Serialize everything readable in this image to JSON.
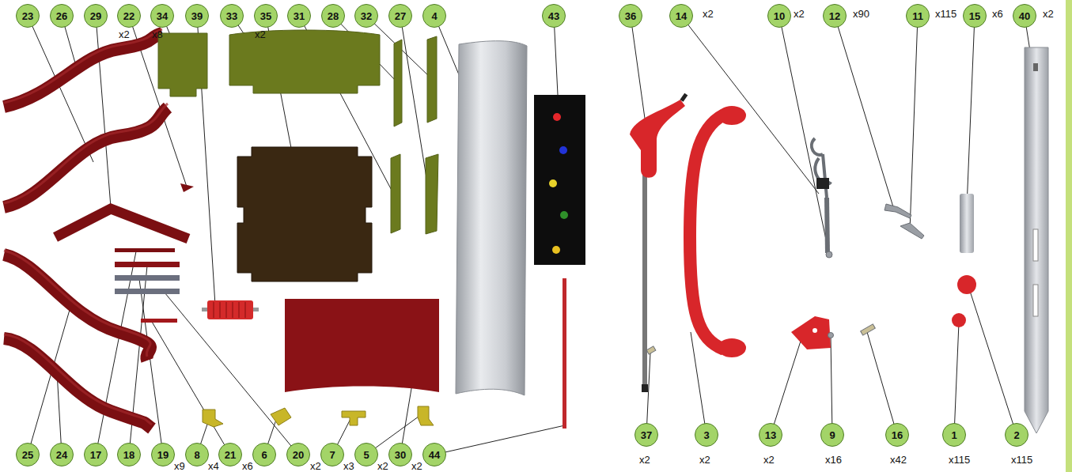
{
  "diagram": {
    "nodes": [
      {
        "text": [
          "23"
        ]
      },
      {
        "text": [
          "26"
        ]
      },
      {
        "text": [
          "29"
        ]
      },
      {
        "text": [
          "22"
        ]
      },
      {
        "text": [
          "34"
        ]
      },
      {
        "text": [
          "39"
        ]
      },
      {
        "text": [
          "33"
        ]
      },
      {
        "text": [
          "35"
        ]
      },
      {
        "text": [
          "31"
        ]
      },
      {
        "text": [
          "28"
        ]
      },
      {
        "text": [
          "32"
        ]
      },
      {
        "text": [
          "27"
        ]
      },
      {
        "text": [
          "4"
        ]
      },
      {
        "text": [
          "43"
        ]
      },
      {
        "text": [
          "36"
        ]
      },
      {
        "text": [
          "14"
        ]
      },
      {
        "text": [
          "10"
        ]
      },
      {
        "text": [
          "12"
        ]
      },
      {
        "text": [
          "11"
        ]
      },
      {
        "text": [
          "15"
        ]
      },
      {
        "text": [
          "40"
        ]
      },
      {
        "text": [
          "25"
        ]
      },
      {
        "text": [
          "24"
        ]
      },
      {
        "text": [
          "17"
        ]
      },
      {
        "text": [
          "18"
        ]
      },
      {
        "text": [
          "19"
        ]
      },
      {
        "text": [
          "8"
        ]
      },
      {
        "text": [
          "21"
        ]
      },
      {
        "text": [
          "6"
        ]
      },
      {
        "text": [
          "20"
        ]
      },
      {
        "text": [
          "7"
        ]
      },
      {
        "text": [
          "5"
        ]
      },
      {
        "text": [
          "30"
        ]
      },
      {
        "text": [
          "44"
        ]
      },
      {
        "text": [
          "37"
        ]
      },
      {
        "text": [
          "3"
        ]
      },
      {
        "text": [
          "13"
        ]
      },
      {
        "text": [
          "9"
        ]
      },
      {
        "text": [
          "16"
        ]
      },
      {
        "text": [
          "1"
        ]
      },
      {
        "text": [
          "2"
        ]
      }
    ],
    "labels": [
      "x2",
      "x8",
      "x2",
      "x2",
      "x2",
      "x90",
      "x115",
      "x6",
      "x2",
      "x9",
      "x4",
      "x6",
      "x2",
      "x3",
      "x2",
      "x2",
      "x2",
      "x2",
      "x2",
      "x16",
      "x42",
      "x115",
      "x115"
    ]
  }
}
